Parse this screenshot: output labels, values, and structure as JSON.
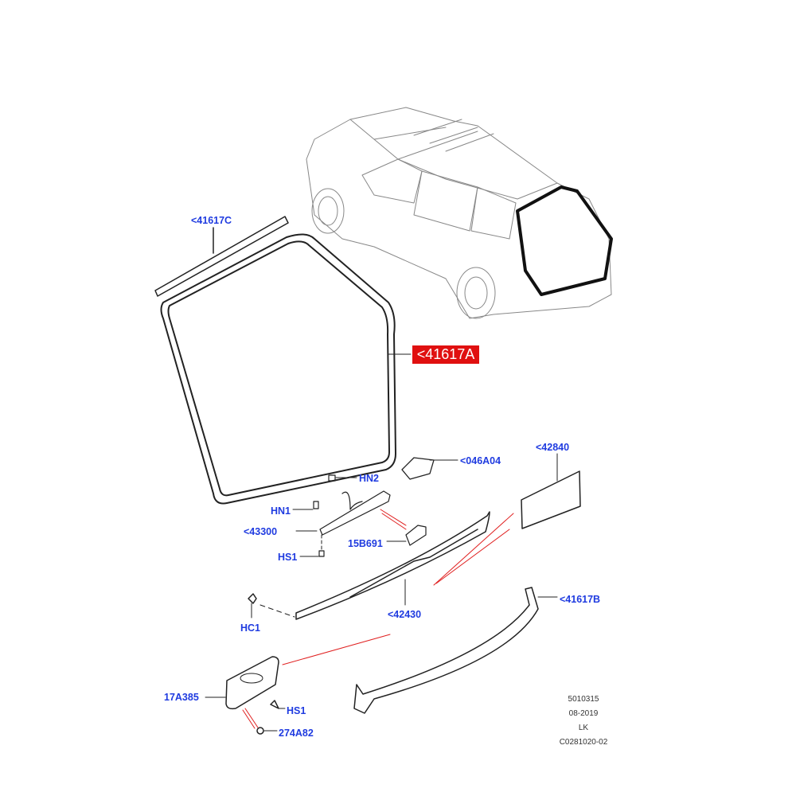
{
  "callouts": {
    "weatherstrip_upper": "<41617C",
    "weatherstrip_main": "<41617A",
    "panel": "<42840",
    "switch": "<046A04",
    "nut_hn2": "HN2",
    "nut_hn1": "HN1",
    "camera_bracket": "<43300",
    "camera": "15B691",
    "screw_hs1_a": "HS1",
    "clip_hc1": "HC1",
    "finisher": "<42430",
    "weatherstrip_lower": "<41617B",
    "license_lamp": "17A385",
    "screw_hs1_b": "HS1",
    "clip_274a82": "274A82"
  },
  "footer": {
    "code": "5010315",
    "date": "08-2019",
    "region": "LK",
    "illustration_id": "C0281020-02"
  },
  "colors": {
    "callout": "#1f3be0",
    "highlight": "#e01010",
    "leader_red": "#e02020"
  }
}
